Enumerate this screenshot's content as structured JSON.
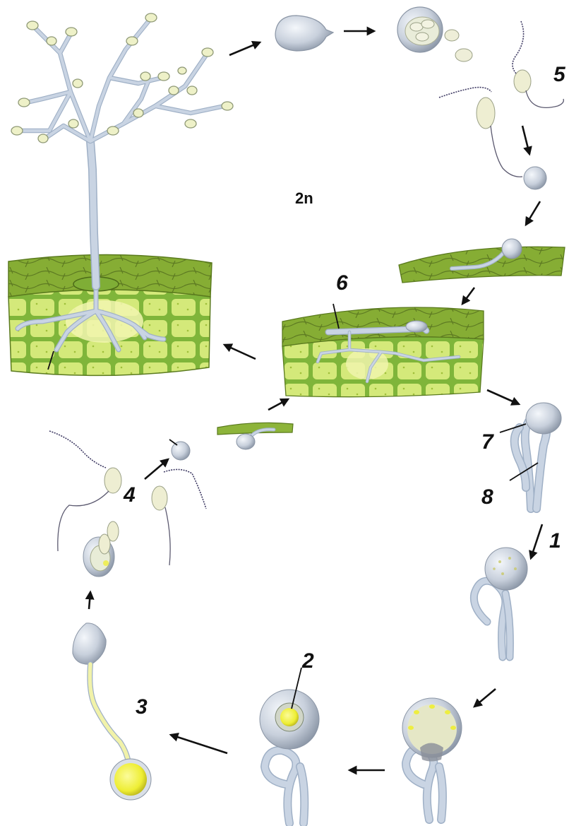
{
  "ploidy_label": "2n",
  "stage_labels": {
    "n1": "1",
    "n2": "2",
    "n3": "3",
    "n4": "4",
    "n5": "5",
    "n6": "6",
    "n7": "7",
    "n8": "8"
  },
  "colors": {
    "leaf_green": "#7fb53a",
    "leaf_dark": "#6c8a2a",
    "cell_yellow": "#d7ea7a",
    "hypha": "#c9d4e3",
    "oospore_yellow": "#f0ef3a",
    "flagellum": "#3e3a63"
  }
}
